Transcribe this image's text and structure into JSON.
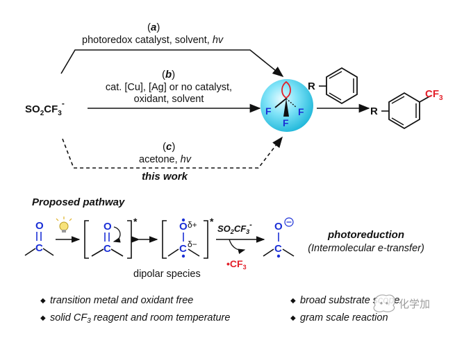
{
  "route_a": {
    "letter": "a",
    "conditions_pre": "photoredox catalyst, solvent, ",
    "conditions_hv": "hv"
  },
  "route_b": {
    "letter": "b",
    "line1": "cat. [Cu], [Ag] or no catalyst,",
    "line2": "oxidant, solvent"
  },
  "route_c": {
    "letter": "c",
    "conditions_pre": "acetone, ",
    "conditions_hv": "hv",
    "tag": "this work"
  },
  "reagent": {
    "so": "SO",
    "sub2": "2",
    "cf": "CF",
    "sub3": "3",
    "charge": "-"
  },
  "radical": {
    "f1": "F",
    "f2": "F",
    "f3": "F"
  },
  "substrate": {
    "r": "R"
  },
  "product": {
    "r": "R",
    "cf": "CF",
    "sub3": "3"
  },
  "pathway": {
    "title": "Proposed pathway",
    "o_label": "O",
    "c_label": "C",
    "star": "*",
    "delta_plus": "δ+",
    "delta_minus": "δ−",
    "dipolar_label": "dipolar species",
    "arrow_reagent": {
      "so": "SO",
      "sub2": "2",
      "cf": "CF",
      "sub3": "3",
      "charge": "-"
    },
    "radical_product": {
      "dot": "•",
      "cf": "CF",
      "sub3": "3"
    },
    "anion_o": "O",
    "anion_c": "C",
    "process_title": "photoreduction",
    "process_subtitle": "(Intermolecular e-transfer)"
  },
  "bullets": [
    {
      "text": "transition metal and oxidant free"
    },
    {
      "text": "broad substrate scope"
    },
    {
      "text": "solid CF",
      "sub": "3",
      "rest": " reagent and room temperature"
    },
    {
      "text": "gram scale reaction"
    }
  ],
  "bullet_mark": "◆",
  "watermark": "化学加",
  "colors": {
    "blue": "#1a2fd6",
    "red": "#e3202a",
    "sphere": "#3ed3f2"
  }
}
